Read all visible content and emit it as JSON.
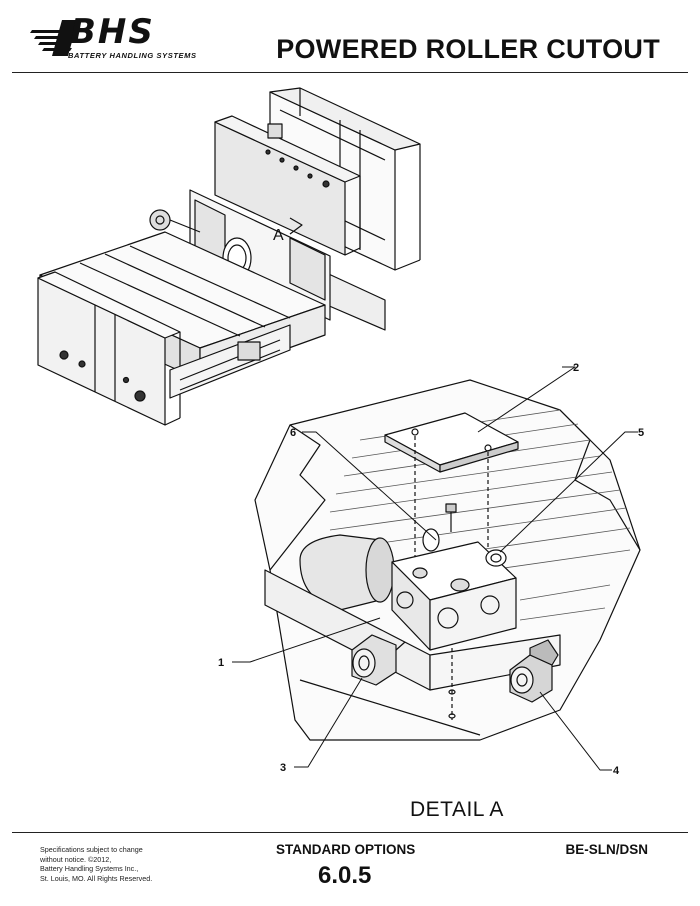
{
  "header": {
    "logo_text": "BHS",
    "logo_tagline": "BATTERY HANDLING SYSTEMS",
    "title": "POWERED ROLLER CUTOUT"
  },
  "drawing": {
    "overview_label": "A",
    "detail_label": "DETAIL  A",
    "callouts": [
      {
        "id": "c1",
        "label": "1"
      },
      {
        "id": "c2",
        "label": "2"
      },
      {
        "id": "c3",
        "label": "3"
      },
      {
        "id": "c4",
        "label": "4"
      },
      {
        "id": "c5",
        "label": "5"
      },
      {
        "id": "c6",
        "label": "6"
      }
    ]
  },
  "footer": {
    "notice_lines": [
      "Specifications subject to change",
      "without notice. ©2012,",
      "Battery Handling Systems Inc.,",
      "St. Louis, MO. All Rights Reserved."
    ],
    "section": "STANDARD OPTIONS",
    "page_number": "6.0.5",
    "model": "BE-SLN/DSN"
  }
}
